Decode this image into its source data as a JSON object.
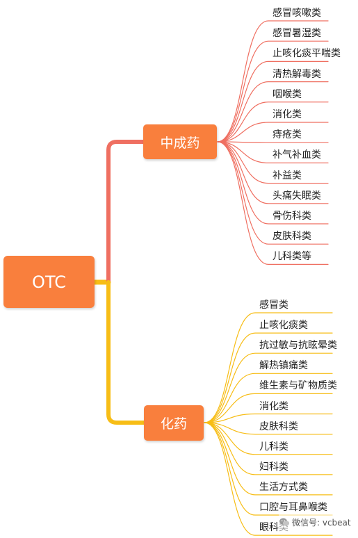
{
  "root": {
    "label": "OTC"
  },
  "branches": [
    {
      "label": "中成药",
      "color": "#ef6f61",
      "items": [
        "感冒咳嗽类",
        "感冒暑湿类",
        "止咳化痰平喘类",
        "清热解毒类",
        "咽喉类",
        "消化类",
        "痔疮类",
        "补气补血类",
        "补益类",
        "头痛失眠类",
        "骨伤科类",
        "皮肤科类",
        "儿科类等"
      ]
    },
    {
      "label": "化药",
      "color": "#f7bd16",
      "items": [
        "感冒类",
        "止咳化痰类",
        "抗过敏与抗眩晕类",
        "解热镇痛类",
        "维生素与矿物质类",
        "消化类",
        "皮肤科类",
        "儿科类",
        "妇科类",
        "生活方式类",
        "口腔与耳鼻喉类",
        "眼科类"
      ]
    }
  ],
  "colors": {
    "node_fill": "#f97f3d",
    "node_text": "#ffffff"
  },
  "watermark": {
    "text": "微信号: vcbeat",
    "icon": "wechat-icon"
  }
}
